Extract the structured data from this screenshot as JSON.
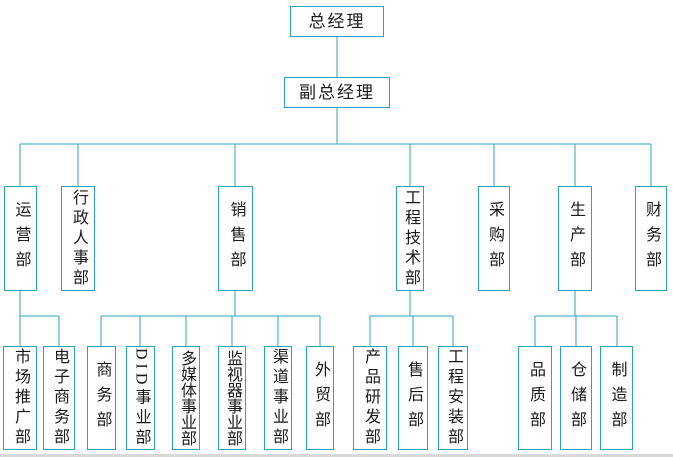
{
  "theme": {
    "accent": "#28a5bd",
    "ink": "#1a1a1a",
    "edge": "#d8d8d8"
  },
  "chart": {
    "type": "org-chart",
    "root": {
      "label": "总经理"
    },
    "deputy": {
      "label": "副总经理"
    },
    "departments": [
      {
        "label": "运营部",
        "children": [
          "市场推广部",
          "电子商务部"
        ]
      },
      {
        "label": "行政人事部",
        "children": []
      },
      {
        "label": "销售部",
        "children": [
          "商务部",
          "DID事业部",
          "多媒体事业部",
          "监视器事业部",
          "渠道事业部",
          "外贸部"
        ]
      },
      {
        "label": "工程技术部",
        "children": [
          "产品研发部",
          "售后部",
          "工程安装部"
        ]
      },
      {
        "label": "采购部",
        "children": []
      },
      {
        "label": "生产部",
        "children": [
          "品质部",
          "仓储部",
          "制造部"
        ]
      },
      {
        "label": "财务部",
        "children": []
      }
    ]
  }
}
